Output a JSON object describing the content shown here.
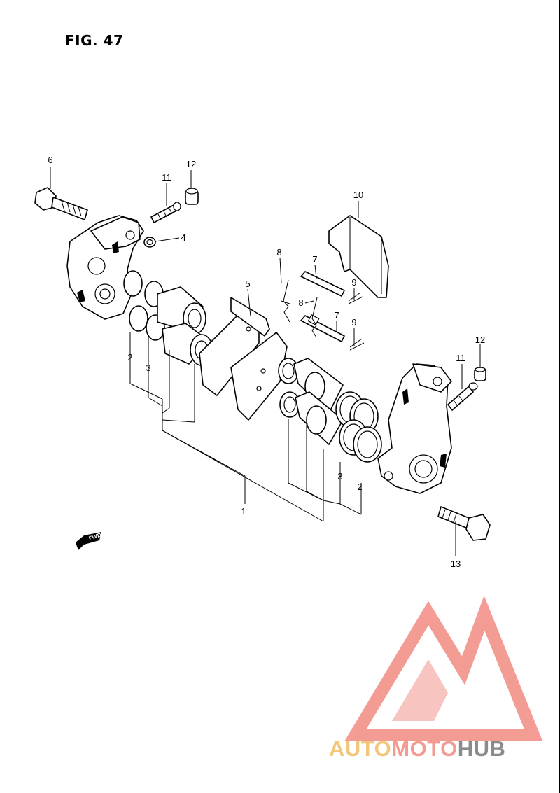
{
  "figure": {
    "title": "FIG. 47"
  },
  "callouts": {
    "c1": "1",
    "c2a": "2",
    "c2b": "2",
    "c3a": "3",
    "c3b": "3",
    "c4": "4",
    "c5": "5",
    "c6": "6",
    "c7a": "7",
    "c7b": "7",
    "c8a": "8",
    "c8b": "8",
    "c9a": "9",
    "c9b": "9",
    "c10": "10",
    "c11a": "11",
    "c11b": "11",
    "c12a": "12",
    "c12b": "12",
    "c13": "13"
  },
  "direction_marker": {
    "label": "FWD"
  },
  "watermark": {
    "segments": [
      "AUTO",
      "MOTO",
      "HUB"
    ],
    "colors": {
      "auto": "#f3c77b",
      "moto": "#f39a93",
      "hub": "#8b8b8b",
      "logo": "#f28b82"
    }
  }
}
